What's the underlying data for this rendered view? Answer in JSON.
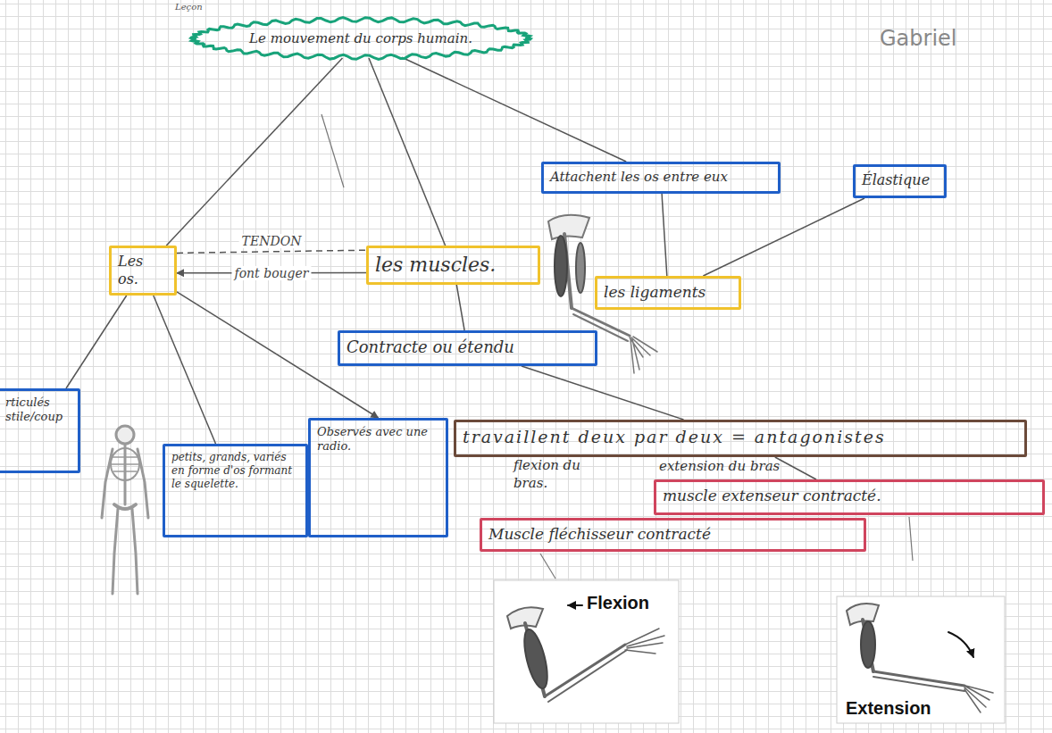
{
  "diagram": {
    "nodes": [
      {
        "text": [
          "Le mouvement du corps humain."
        ]
      },
      {
        "text": [
          "Les os."
        ]
      },
      {
        "text": [
          "les muscles."
        ]
      },
      {
        "text": [
          "Attachent les os entre eux"
        ]
      },
      {
        "text": [
          "Élastique"
        ]
      },
      {
        "text": [
          "les ligaments"
        ]
      },
      {
        "text": [
          "Contracte ou étendu"
        ]
      },
      {
        "text": [
          "rticulés stile/coup"
        ]
      },
      {
        "text": [
          "petits, grands, variés en forme d'os formant le squelette."
        ]
      },
      {
        "text": [
          "Observés avec une radio."
        ]
      },
      {
        "text": [
          "travaillent deux par deux = antagonistes"
        ]
      },
      {
        "text": [
          "Muscle fléchisseur contracté"
        ]
      },
      {
        "text": [
          "muscle extenseur contracté."
        ]
      }
    ],
    "edges": [
      {
        "from": 0,
        "to": 1,
        "arrow": "none"
      },
      {
        "from": 0,
        "to": 2,
        "arrow": "none"
      },
      {
        "from": 0,
        "to": 3,
        "arrow": "none"
      },
      {
        "from": 1,
        "to": 2,
        "label": "TENDON",
        "arrow": "none"
      },
      {
        "from": 2,
        "to": 1,
        "label": "font bouger",
        "arrow": "to"
      },
      {
        "from": 5,
        "to": 3,
        "arrow": "none"
      },
      {
        "from": 5,
        "to": 4,
        "arrow": "none"
      },
      {
        "from": 2,
        "to": 6,
        "arrow": "none"
      },
      {
        "from": 1,
        "to": 7,
        "arrow": "none"
      },
      {
        "from": 1,
        "to": 8,
        "arrow": "none"
      },
      {
        "from": 1,
        "to": 9,
        "arrow": "to"
      },
      {
        "from": 6,
        "to": 10,
        "arrow": "none"
      },
      {
        "from": 10,
        "to": 12,
        "arrow": "none"
      }
    ],
    "labels": [
      "Leçon",
      "Gabriel",
      "flexion du bras.",
      "extension du bras",
      "Flexion",
      "Extension"
    ]
  }
}
